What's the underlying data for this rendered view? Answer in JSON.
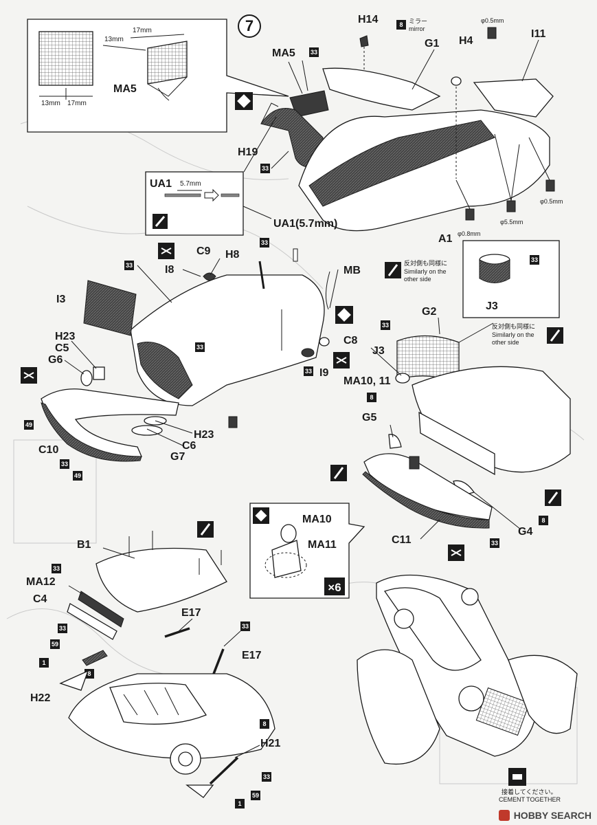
{
  "step": {
    "number": "7"
  },
  "labels": {
    "H14": "H14",
    "MA5": "MA5",
    "G1": "G1",
    "H4": "H4",
    "I11": "I11",
    "H19": "H19",
    "UA1": "UA1",
    "UA1_dim": "UA1(5.7mm)",
    "A1": "A1",
    "C9": "C9",
    "H8": "H8",
    "I8": "I8",
    "MB": "MB",
    "I3": "I3",
    "H23_top": "H23",
    "C5": "C5",
    "G6": "G6",
    "C8": "C8",
    "I9": "I9",
    "C10": "C10",
    "H23_bottom": "H23",
    "C6": "C6",
    "G7": "G7",
    "G2": "G2",
    "J3_top": "J3",
    "J3_left": "J3",
    "MA10_11": "MA10, 11",
    "G5": "G5",
    "G4": "G4",
    "C11": "C11",
    "B1": "B1",
    "MA12": "MA12",
    "C4": "C4",
    "E17_a": "E17",
    "E17_b": "E17",
    "H22": "H22",
    "H21": "H21",
    "MA10": "MA10",
    "MA11": "MA11",
    "x6": "×6"
  },
  "dimensions": {
    "inset_13": "13mm",
    "inset_17": "17mm",
    "inset_13_b": "13mm",
    "inset_17_b": "17mm",
    "ua1_57": "5.7mm",
    "phi_05_top": "φ0.5mm",
    "phi_05_right": "φ0.5mm",
    "phi_55": "φ5.5mm",
    "phi_08": "φ0.8mm"
  },
  "notes": {
    "mirror_jp": "ミラー",
    "mirror_en": "mirror",
    "similarly_jp": "反対側も同様に",
    "similarly_en_1": "Similarly on the",
    "similarly_en_2": "other side",
    "similarly2_jp": "反対側も同様に",
    "similarly2_en_1": "Similarly on the",
    "similarly2_en_2": "other side",
    "cement_jp": "接着してください。",
    "cement_en": "CEMENT TOGETHER"
  },
  "badges": {
    "b33": "33",
    "b8": "8",
    "b49": "49",
    "b59": "59",
    "b1": "1"
  },
  "footer": {
    "brand": "HOBBY SEARCH"
  },
  "colors": {
    "ink": "#1a1a1a",
    "paper": "#f4f4f2",
    "ghost": "#c9c9c9",
    "brand": "#c0392b"
  },
  "icons": [
    "diamond-cement-icon",
    "drill-hole-icon",
    "paint-brush-icon",
    "snip-cut-icon",
    "hand-cement-icon"
  ]
}
